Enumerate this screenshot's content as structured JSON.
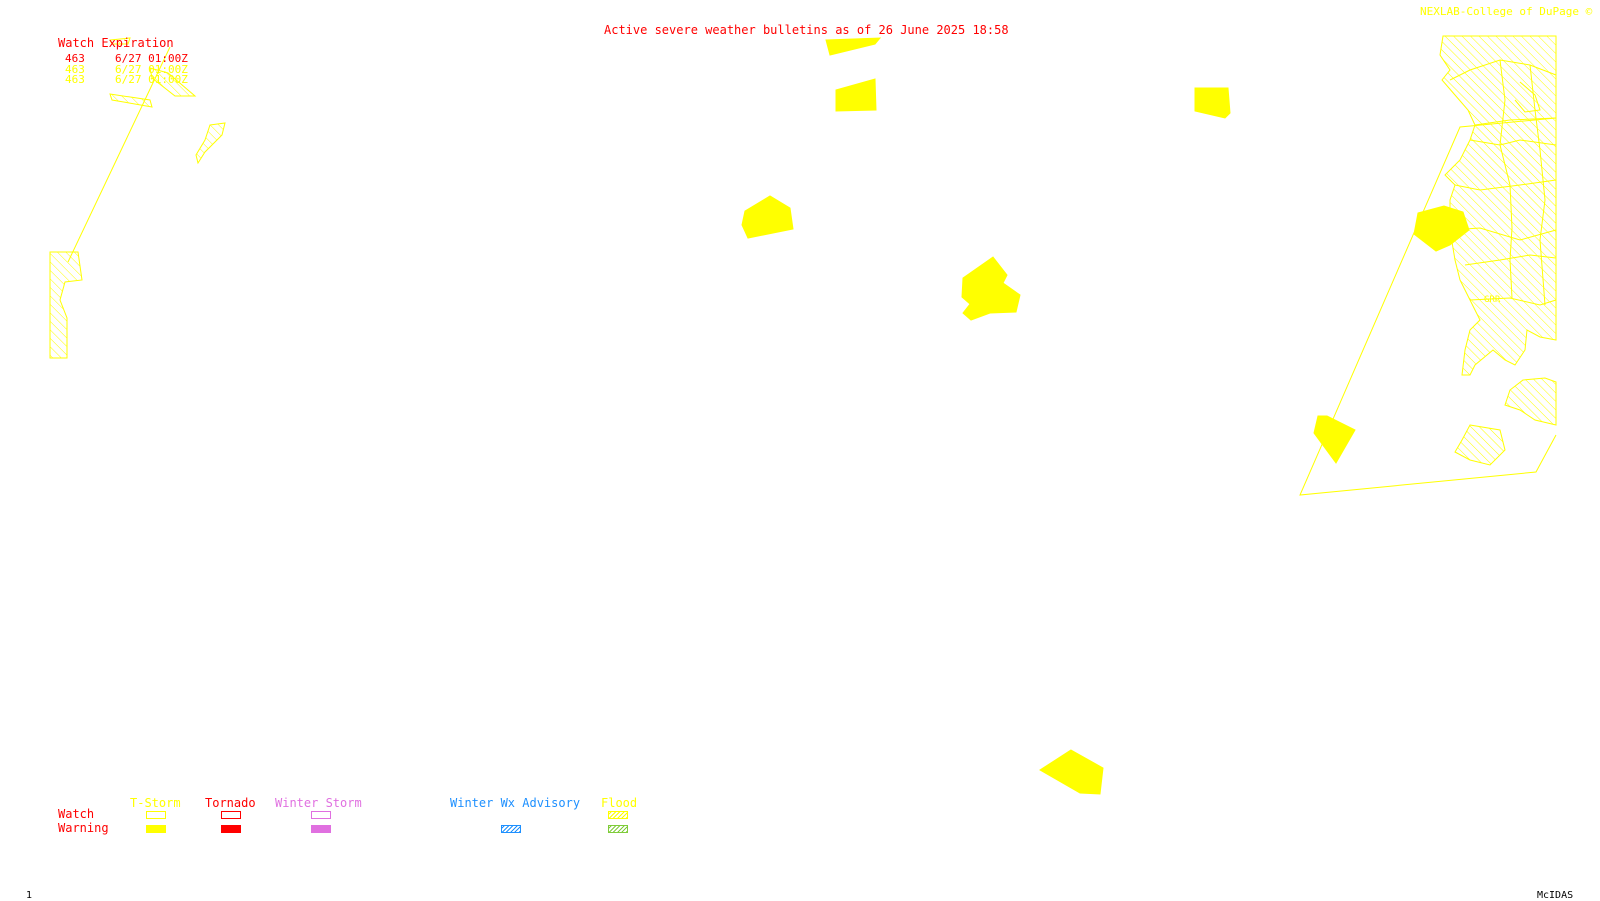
{
  "header": {
    "title": "Active severe weather bulletins as of 26 June 2025 18:58",
    "credit": "NEXLAB-College of DuPage ©"
  },
  "watch_table": {
    "heading": "Watch Expiration",
    "rows": [
      {
        "id": "463",
        "expires": "6/27 01:00Z",
        "color": "#ff0000"
      },
      {
        "id": "463",
        "expires": "6/27 01:00Z",
        "color": "#ffff00"
      },
      {
        "id": "463",
        "expires": "6/27 01:00Z",
        "color": "#ffff00"
      }
    ]
  },
  "map": {
    "place_label": "GRR",
    "colors": {
      "tstorm_warning_fill": "#ffff00",
      "watch_outline": "#ffff00",
      "flood_hatch": "#ffff00"
    }
  },
  "legend": {
    "row_labels": {
      "watch": "Watch",
      "warning": "Warning"
    },
    "categories": [
      {
        "label": "T-Storm",
        "color": "#ffff00",
        "watch": "outline",
        "warning": "fill"
      },
      {
        "label": "Tornado",
        "color": "#ff0000",
        "watch": "outline",
        "warning": "fill"
      },
      {
        "label": "Winter Storm",
        "color": "#e070e0",
        "watch": "outline",
        "warning": "fill"
      },
      {
        "label": "Winter Wx Advisory",
        "color": "#1e90ff",
        "warning": "hatch"
      },
      {
        "label": "Flood",
        "color": "#ffff00",
        "watch": "hatch",
        "warning": "hatch-green",
        "warning_color": "#7fcc3a"
      }
    ]
  },
  "footer": {
    "frame_number": "1",
    "software": "McIDAS"
  }
}
